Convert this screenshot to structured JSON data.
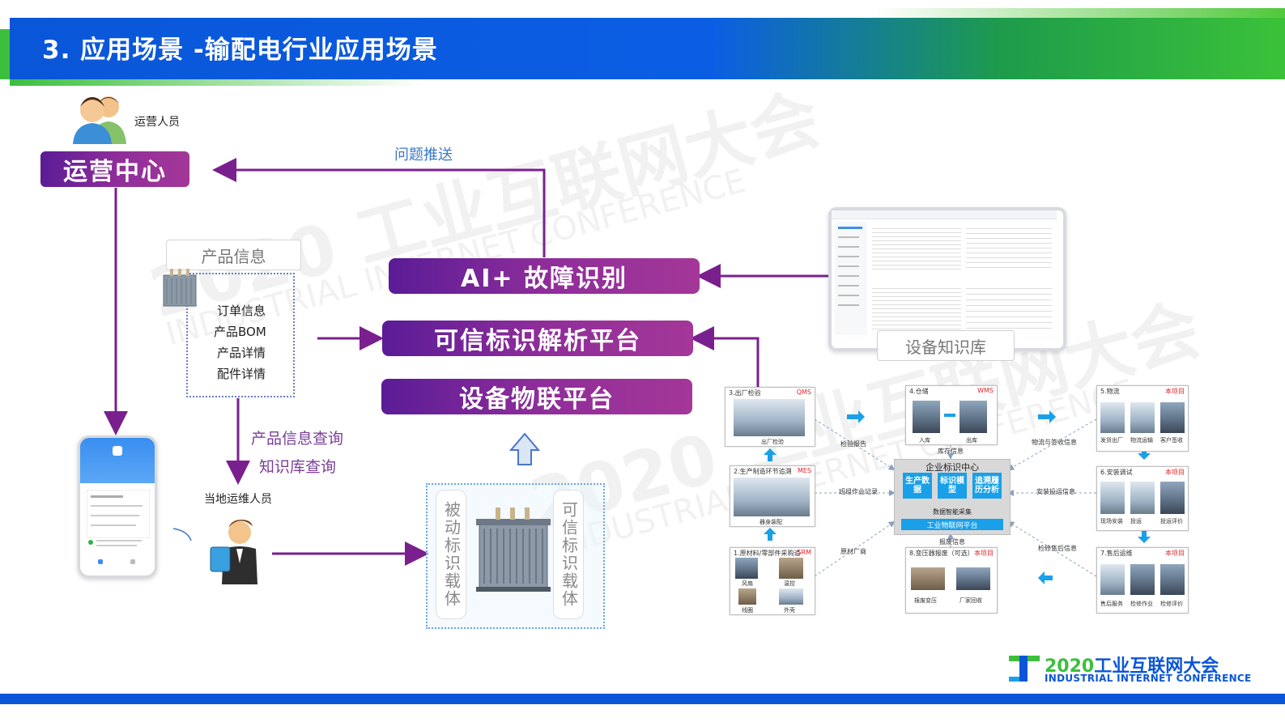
{
  "header": {
    "title": "3. 应用场景 -输配电行业应用场景"
  },
  "watermark": {
    "year": "2020",
    "cn": "工业互联网大会",
    "en": "INDUSTRIAL INTERNET CONFERENCE"
  },
  "left": {
    "operator_label": "运营人员",
    "ops_center": "运营中心",
    "issue_push": "问题推送",
    "product_info_title": "产品信息",
    "product_items": [
      "订单信息",
      "产品BOM",
      "产品详情",
      "配件详情"
    ],
    "query1": "产品信息查询",
    "query2": "知识库查询",
    "local_staff": "当地运维人员"
  },
  "center": {
    "ai_fault": "AI+ 故障识别",
    "trusted_id": "可信标识解析平台",
    "iot": "设备物联平台",
    "passive_carrier": "被动标识载体",
    "trusted_carrier": "可信标识载体"
  },
  "right": {
    "kb_label": "设备知识库",
    "hub": {
      "title": "企业标识中心",
      "squares": [
        "生产数据",
        "标识模型",
        "追溯履历分析"
      ],
      "mid": "数据智能采集",
      "bottom": "工业物联网平台"
    },
    "boxes": {
      "b3": {
        "title": "3.出厂检验",
        "tag": "QMS",
        "caps": [
          "出厂检验"
        ]
      },
      "b4": {
        "title": "4.仓储",
        "tag": "WMS",
        "caps": [
          "入库",
          "出库"
        ]
      },
      "b5": {
        "title": "5.物流",
        "tag": "本项目",
        "caps": [
          "发货出厂",
          "物流运输",
          "客户签收"
        ]
      },
      "b2": {
        "title": "2.生产制造环节追溯",
        "tag": "MES",
        "caps": [
          "器身装配"
        ]
      },
      "b6": {
        "title": "6.安装调试",
        "tag": "本项目",
        "caps": [
          "现场安装",
          "投运",
          "投运评价"
        ]
      },
      "b1": {
        "title": "1.原材料/零部件采购追",
        "tag": "SRM",
        "caps": [
          "风扇",
          "温控",
          "线圈",
          "外壳"
        ]
      },
      "b8": {
        "title": "8.变压器报废（可选）",
        "tag": "本项目",
        "caps": [
          "报废变压",
          "厂家回收"
        ]
      },
      "b7": {
        "title": "7.售后运维",
        "tag": "本项目",
        "caps": [
          "售后服务",
          "检修作业",
          "检修评价"
        ]
      }
    },
    "edges": {
      "inspection_report": "检验报告",
      "stock_info": "库存信息",
      "logistics_info": "物流与签收信息",
      "work_record": "班组作业记录",
      "install_info": "安装投运信息",
      "raw_material": "原材厂商",
      "scrap_info": "报废信息",
      "after_sales_info": "检修售后信息"
    }
  },
  "footer_logo": {
    "year": "2020",
    "cn": "工业互联网大会",
    "en": "INDUSTRIAL INTERNET CONFERENCE"
  },
  "colors": {
    "primary_blue": "#0a56d8",
    "purple": "#7a1f8e",
    "green": "#3cbf3c",
    "accent_red": "#e0242a",
    "hub_blue": "#1aa0e8"
  }
}
